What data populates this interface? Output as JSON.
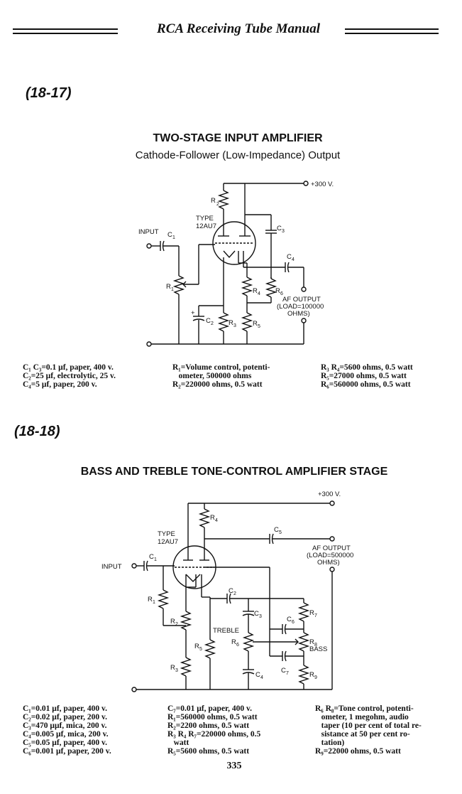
{
  "header": {
    "title": "RCA Receiving Tube Manual"
  },
  "fig1": {
    "number": "(18-17)",
    "title": "TWO-STAGE INPUT AMPLIFIER",
    "subtitle": "Cathode-Follower (Low-Impedance) Output",
    "labels": {
      "b_plus": "+300 V.",
      "input": "INPUT",
      "type": "TYPE",
      "tube": "12AU7",
      "c1": "C",
      "c1sub": "1",
      "r1": "R",
      "r1sub": "1",
      "r2": "R",
      "r2sub": "2",
      "c2": "C",
      "c2sub": "2",
      "r3": "R",
      "r3sub": "3",
      "c3": "C",
      "c3sub": "3",
      "c4": "C",
      "c4sub": "4",
      "r4": "R",
      "r4sub": "4",
      "r5": "R",
      "r5sub": "5",
      "r6": "R",
      "r6sub": "6",
      "out1": "AF OUTPUT",
      "out2": "(LOAD=100000",
      "out3": "OHMS)"
    },
    "parts": [
      [
        "C₁ C₃=0.1 μf, paper, 400 v.",
        "C₂=25 μf, electrolytic, 25 v.",
        "C₄=5 μf, paper, 200 v."
      ],
      [
        "R₁=Volume control, potenti-",
        "   ometer, 500000 ohms",
        "R₂=220000 ohms, 0.5 watt"
      ],
      [
        "R₃ R₄=5600 ohms, 0.5 watt",
        "R₅=27000 ohms, 0.5 watt",
        "R₆=560000 ohms, 0.5 watt"
      ]
    ]
  },
  "fig2": {
    "number": "(18-18)",
    "title": "BASS AND TREBLE TONE-CONTROL AMPLIFIER STAGE",
    "labels": {
      "b_plus": "+300 V.",
      "input": "INPUT",
      "type": "TYPE",
      "tube": "12AU7",
      "c1": "C",
      "c1sub": "1",
      "c2": "C",
      "c2sub": "2",
      "c3": "C",
      "c3sub": "3",
      "c4": "C",
      "c4sub": "4",
      "c5": "C",
      "c5sub": "5",
      "c6": "C",
      "c6sub": "6",
      "c7": "C",
      "c7sub": "7",
      "r1": "R",
      "r1sub": "1",
      "r2": "R",
      "r2sub": "2",
      "r3": "R",
      "r3sub": "3",
      "r4": "R",
      "r4sub": "4",
      "r5": "R",
      "r5sub": "5",
      "r6": "R",
      "r6sub": "6",
      "r7": "R",
      "r7sub": "7",
      "r8": "R",
      "r8sub": "8",
      "r9": "R",
      "r9sub": "9",
      "treble": "TREBLE",
      "bass": "BASS",
      "out1": "AF OUTPUT",
      "out2": "(LOAD=500000",
      "out3": "OHMS)"
    },
    "parts": [
      [
        "C₁=0.01 μf, paper, 400 v.",
        "C₂=0.02 μf, paper, 200 v.",
        "C₃=470 μμf, mica, 200 v.",
        "C₄=0.005 μf, mica, 200 v.",
        "C₅=0.05 μf, paper, 400 v.",
        "C₆=0.001 μf, paper, 200 v."
      ],
      [
        "C₇=0.01 μf, paper, 400 v.",
        "R₁=560000 ohms, 0.5 watt",
        "R₂=2200 ohms, 0.5 watt",
        "R₃ R₄ R₇=220000 ohms, 0.5",
        "   watt",
        "R₅=5600 ohms, 0.5 watt"
      ],
      [
        "R₆ R₈=Tone control, potenti-",
        "   ometer, 1 megohm, audio",
        "   taper (10 per cent of total re-",
        "   sistance at 50 per cent ro-",
        "   tation)",
        "R₉=22000 ohms, 0.5 watt"
      ]
    ]
  },
  "page_number": "335"
}
